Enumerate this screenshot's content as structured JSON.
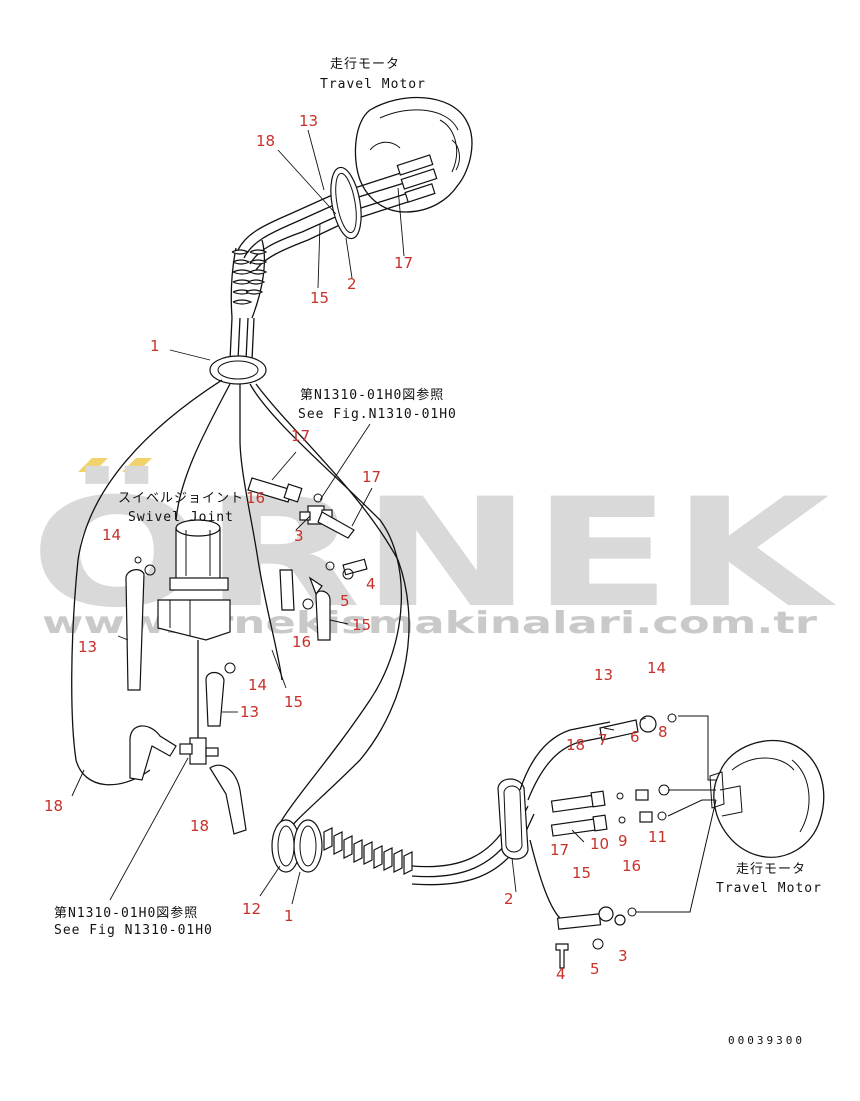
{
  "diagram": {
    "labels": {
      "travel_motor_top_jp": "走行モータ",
      "travel_motor_top_en": "Travel Motor",
      "ref_top_jp": "第N1310-01H0図参照",
      "ref_top_en": "See Fig.N1310-01H0",
      "swivel_jp": "スイベルジョイント",
      "swivel_en": "Swivel Joint",
      "ref_bottom_jp": "第N1310-01H0図参照",
      "ref_bottom_en": "See Fig N1310-01H0",
      "travel_motor_right_jp": "走行モータ",
      "travel_motor_right_en": "Travel Motor",
      "drawing_code": "00039300"
    },
    "part_numbers": {
      "p13_top": "13",
      "p18_top": "18",
      "p17_top": "17",
      "p15_top": "15",
      "p2_top": "2",
      "p1_left": "1",
      "p17_mid": "17",
      "p16_mid": "16",
      "p17_mid_right": "17",
      "p3_mid": "3",
      "p14_left": "14",
      "p4_mid": "4",
      "p5_mid": "5",
      "p15_mid": "15",
      "p13_left": "13",
      "p16_mid_low": "16",
      "p14_mid": "14",
      "p15_low": "15",
      "p13_mid_low": "13",
      "p18_left": "18",
      "p18_lower": "18",
      "p12": "12",
      "p1_bottom": "1",
      "p2_bottom": "2",
      "p13_right": "13",
      "p14_right": "14",
      "p7": "7",
      "p6": "6",
      "p8": "8",
      "p18_right": "18",
      "p17_right": "17",
      "p10": "10",
      "p9": "9",
      "p11": "11",
      "p15_right": "15",
      "p16_right": "16",
      "p4_bottom": "4",
      "p5_bottom": "5",
      "p3_bottom": "3"
    },
    "watermark": {
      "brand": "ÖRNEK",
      "url": "www.ornekismakinalari.com.tr",
      "accent_color": "#f2d36b",
      "text_color": "#d9d9d9"
    },
    "colors": {
      "part_number": "#c8302a",
      "line": "#111111"
    }
  }
}
